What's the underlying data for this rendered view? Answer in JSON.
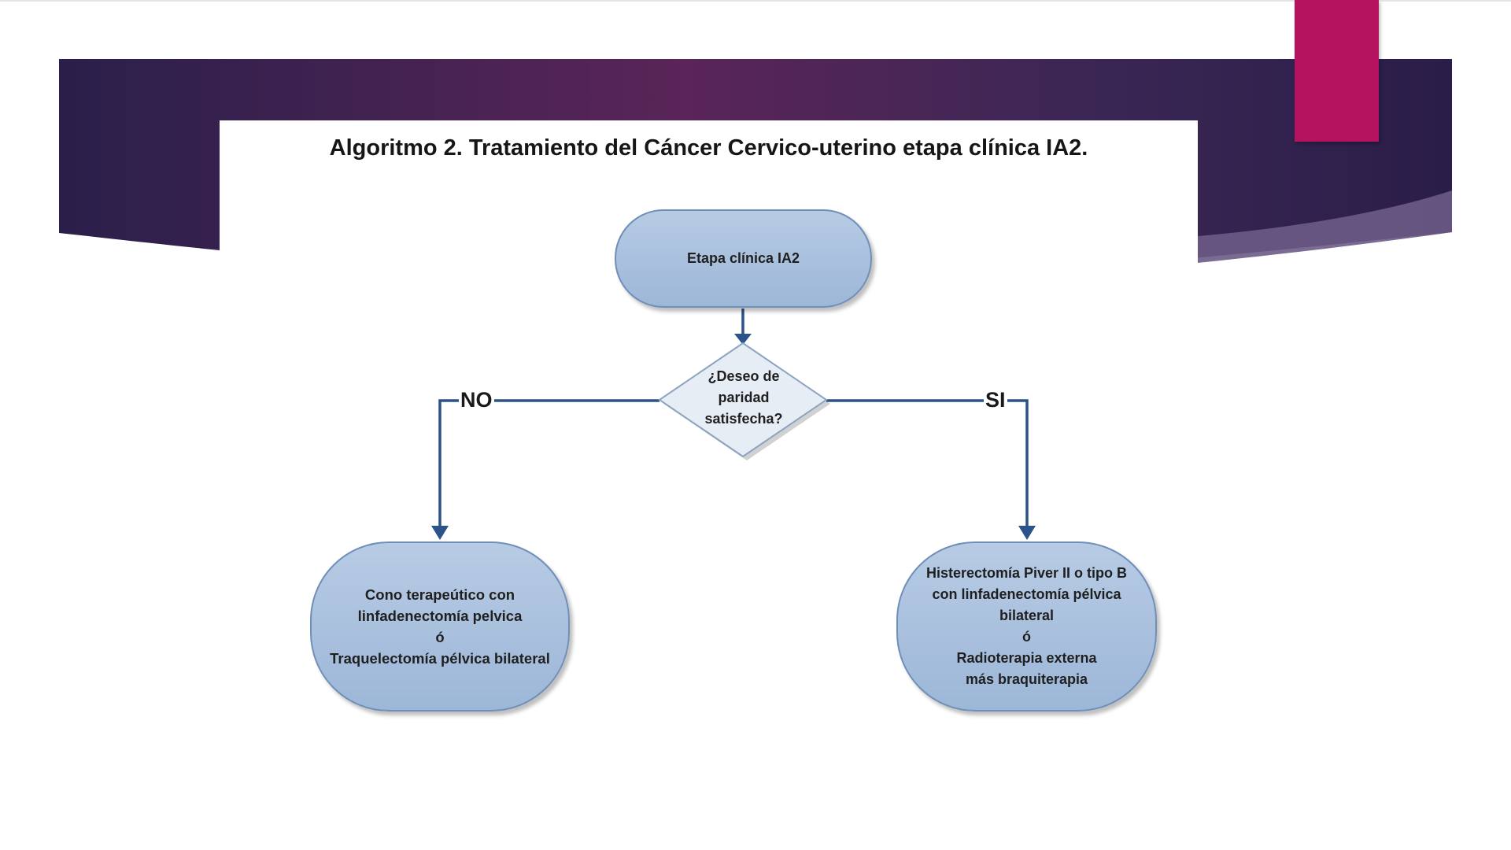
{
  "diagram": {
    "title": "Algoritmo 2. Tratamiento del Cáncer Cervico-uterino etapa clínica IA2.",
    "start": "Etapa clínica IA2",
    "decision": [
      "¿Deseo de",
      "paridad",
      "satisfecha?"
    ],
    "branch_no": "NO",
    "branch_si": "SI",
    "outcome_no": [
      "Cono terapeútico con",
      "linfadenectomía pelvica",
      "ó",
      "Traquelectomía pélvica bilateral"
    ],
    "outcome_si": [
      "Histerectomía Piver II o tipo B",
      "con linfadenectomía pélvica",
      "bilateral",
      "ó",
      "Radioterapia externa",
      "más braquiterapia"
    ]
  },
  "colors": {
    "banner_dark": "#2a1f4a",
    "banner_mid": "#5a2558",
    "accent_tab": "#b5135f",
    "node_fill": "#a7bfde",
    "connector": "#2b5289",
    "decision_fill": "#e7edf5"
  }
}
